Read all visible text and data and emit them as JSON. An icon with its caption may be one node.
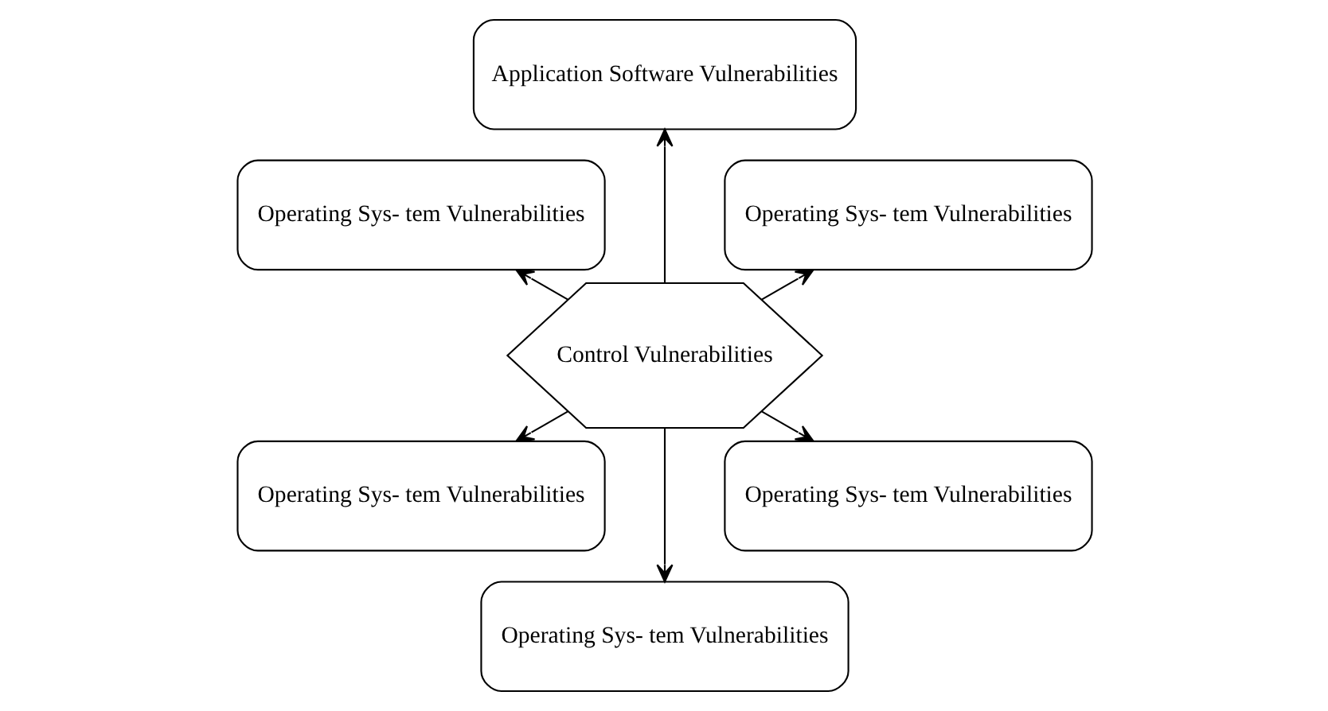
{
  "diagram": {
    "nodes": [
      {
        "text": [
          "Control Vulnerabilities"
        ]
      },
      {
        "text": [
          "Operating Sys- tem Vulnerabilities"
        ]
      },
      {
        "text": [
          "Application Software Vulnerabilities"
        ]
      },
      {
        "text": [
          "Operating Sys- tem Vulnerabilities"
        ]
      },
      {
        "text": [
          "Operating Sys- tem Vulnerabilities"
        ]
      },
      {
        "text": [
          "Operating Sys- tem Vulnerabilities"
        ]
      },
      {
        "text": [
          "Operating Sys- tem Vulnerabilities"
        ]
      }
    ],
    "edges": [
      {
        "from": 0,
        "to": 1,
        "arrow": "to"
      },
      {
        "from": 0,
        "to": 2,
        "arrow": "to"
      },
      {
        "from": 0,
        "to": 3,
        "arrow": "to"
      },
      {
        "from": 0,
        "to": 4,
        "arrow": "to"
      },
      {
        "from": 0,
        "to": 5,
        "arrow": "to"
      },
      {
        "from": 0,
        "to": 6,
        "arrow": "to"
      }
    ]
  }
}
